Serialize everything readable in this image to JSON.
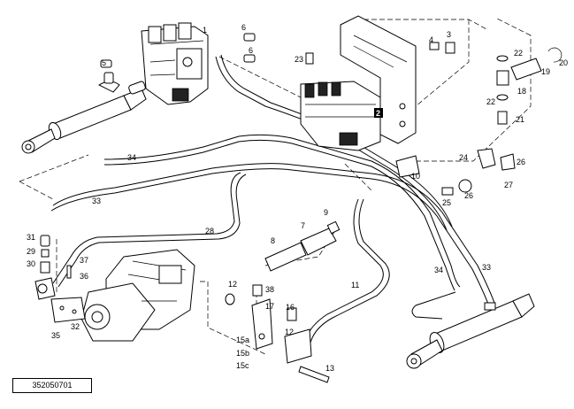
{
  "diagram": {
    "reference": "352050701",
    "callouts": [
      {
        "id": "c1",
        "label": "1"
      },
      {
        "id": "c2",
        "label": "2"
      },
      {
        "id": "c3",
        "label": "3"
      },
      {
        "id": "c4",
        "label": "4"
      },
      {
        "id": "c5",
        "label": "5"
      },
      {
        "id": "c6a",
        "label": "6"
      },
      {
        "id": "c6b",
        "label": "6"
      },
      {
        "id": "c7",
        "label": "7"
      },
      {
        "id": "c8",
        "label": "8"
      },
      {
        "id": "c9",
        "label": "9"
      },
      {
        "id": "c10",
        "label": "10"
      },
      {
        "id": "c11",
        "label": "11"
      },
      {
        "id": "c12a",
        "label": "12"
      },
      {
        "id": "c12b",
        "label": "12"
      },
      {
        "id": "c13",
        "label": "13"
      },
      {
        "id": "c15a",
        "label": "15a"
      },
      {
        "id": "c15b",
        "label": "15b"
      },
      {
        "id": "c15c",
        "label": "15c"
      },
      {
        "id": "c16",
        "label": "16"
      },
      {
        "id": "c17",
        "label": "17"
      },
      {
        "id": "c18",
        "label": "18"
      },
      {
        "id": "c19",
        "label": "19"
      },
      {
        "id": "c20",
        "label": "20"
      },
      {
        "id": "c21",
        "label": "21"
      },
      {
        "id": "c22a",
        "label": "22"
      },
      {
        "id": "c22b",
        "label": "22"
      },
      {
        "id": "c23",
        "label": "23"
      },
      {
        "id": "c24",
        "label": "24"
      },
      {
        "id": "c25",
        "label": "25"
      },
      {
        "id": "c26a",
        "label": "26"
      },
      {
        "id": "c26b",
        "label": "26"
      },
      {
        "id": "c27",
        "label": "27"
      },
      {
        "id": "c28",
        "label": "28"
      },
      {
        "id": "c29",
        "label": "29"
      },
      {
        "id": "c30",
        "label": "30"
      },
      {
        "id": "c31",
        "label": "31"
      },
      {
        "id": "c32",
        "label": "32"
      },
      {
        "id": "c33a",
        "label": "33"
      },
      {
        "id": "c33b",
        "label": "33"
      },
      {
        "id": "c34a",
        "label": "34"
      },
      {
        "id": "c34b",
        "label": "34"
      },
      {
        "id": "c35",
        "label": "35"
      },
      {
        "id": "c36",
        "label": "36"
      },
      {
        "id": "c37",
        "label": "37"
      },
      {
        "id": "c38",
        "label": "38"
      }
    ]
  }
}
